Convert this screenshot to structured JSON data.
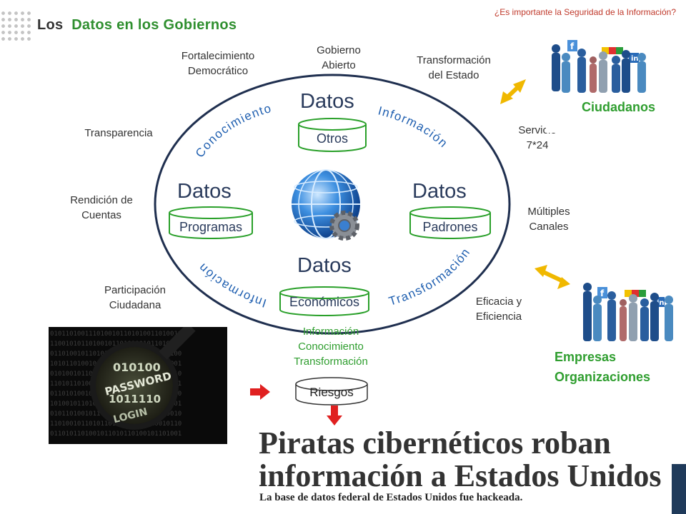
{
  "header": {
    "title_prefix": "Los",
    "title_main": "Datos en los Gobiernos",
    "question": "¿Es importante la Seguridad de la Información?"
  },
  "left_labels": {
    "fortalecimiento": "Fortalecimiento\nDemocrático",
    "gobierno": "Gobierno\nAbierto",
    "transformacion_estado": "Transformación\ndel Estado",
    "transparencia": "Transparencia",
    "rendicion": "Rendición de\nCuentas",
    "participacion": "Participación\nCiudadana"
  },
  "right_labels": {
    "servicio": "Servicio\n7*24",
    "multiples": "Múltiples\nCanales",
    "eficacia": "Eficacia y\nEficiencia"
  },
  "center": {
    "datos_word": "Datos",
    "otros": "Otros",
    "programas": "Programas",
    "padrones": "Padrones",
    "economicos": "Económicos",
    "arc_conocimiento": "Conocimiento",
    "arc_informacion_top": "Información",
    "arc_informacion_bottom": "Información",
    "arc_transformacion": "Transformación"
  },
  "stack": {
    "line1": "Información",
    "line2": "Conocimiento",
    "line3": "Transformación"
  },
  "riesgos": "Riesgos",
  "groups": {
    "ciudadanos": "Ciudadanos",
    "empresas_line1": "Empresas",
    "empresas_line2": "Organizaciones"
  },
  "password_image": {
    "password": "PASSWORD",
    "login": "LOGIN"
  },
  "news": {
    "headline_line1": "Piratas cibernéticos roban",
    "headline_line2": "información a Estados Unidos",
    "subheadline": "La base de datos federal de Estados Unidos fue hackeada."
  },
  "colors": {
    "green_text": "#2f9e2f",
    "blue_text": "#1f5fb0",
    "ellipse": "#1f2f4f",
    "red_arrow": "#e02020",
    "yellow_arrow": "#f0b800"
  }
}
